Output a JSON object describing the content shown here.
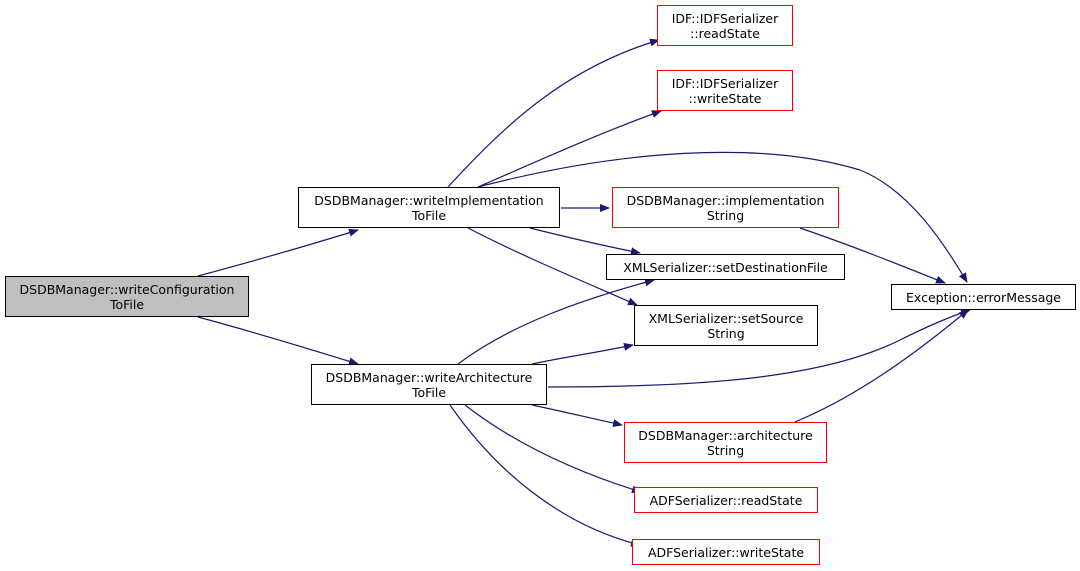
{
  "graph": {
    "edge_color": "#191970",
    "link_border_color": "#ff0000",
    "root_fill": "#bfbfbf",
    "nodes": {
      "writeConfigurationToFile": {
        "line1": "DSDBManager::writeConfiguration",
        "line2": "ToFile"
      },
      "writeImplementationToFile": {
        "line1": "DSDBManager::writeImplementation",
        "line2": "ToFile"
      },
      "writeArchitectureToFile": {
        "line1": "DSDBManager::writeArchitecture",
        "line2": "ToFile"
      },
      "idfReadState": {
        "line1": "IDF::IDFSerializer",
        "line2": "::readState"
      },
      "idfWriteState": {
        "line1": "IDF::IDFSerializer",
        "line2": "::writeState"
      },
      "implementationString": {
        "line1": "DSDBManager::implementation",
        "line2": "String"
      },
      "setDestinationFile": {
        "line1": "XMLSerializer::setDestinationFile"
      },
      "setSourceString": {
        "line1": "XMLSerializer::setSource",
        "line2": "String"
      },
      "errorMessage": {
        "line1": "Exception::errorMessage"
      },
      "architectureString": {
        "line1": "DSDBManager::architecture",
        "line2": "String"
      },
      "adfReadState": {
        "line1": "ADFSerializer::readState"
      },
      "adfWriteState": {
        "line1": "ADFSerializer::writeState"
      }
    }
  }
}
